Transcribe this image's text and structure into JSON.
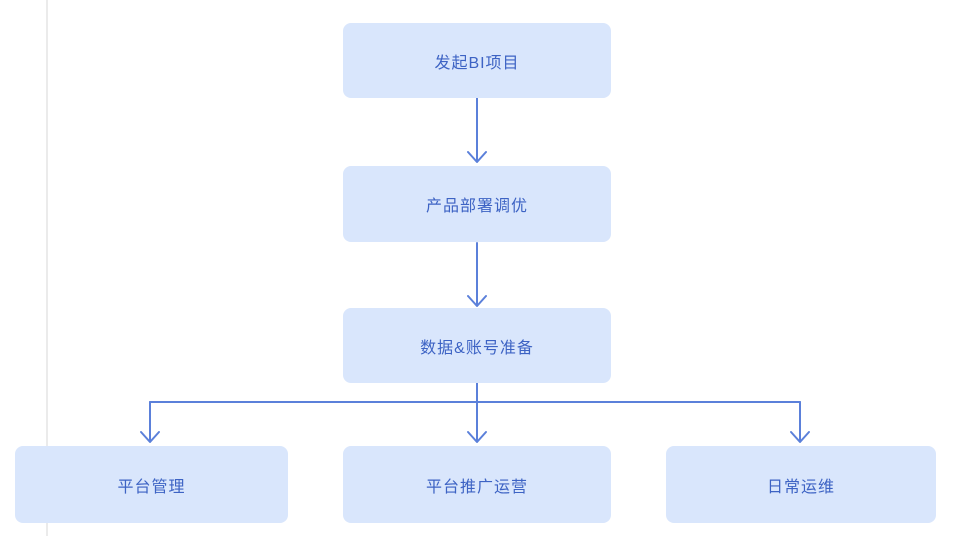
{
  "page": {
    "background": "#ffffff",
    "left_divider_color": "#ebebeb"
  },
  "diagram": {
    "node_fill": "#d9e6fc",
    "node_text_color": "#3d63c4",
    "arrow_color": "#5b80da",
    "nodes": [
      {
        "id": "initiate-bi-project",
        "label": "发起BI项目"
      },
      {
        "id": "product-deploy-tuning",
        "label": "产品部署调优"
      },
      {
        "id": "data-account-prep",
        "label": "数据&账号准备"
      },
      {
        "id": "platform-management",
        "label": "平台管理"
      },
      {
        "id": "platform-promotion-operation",
        "label": "平台推广运营"
      },
      {
        "id": "daily-ops",
        "label": "日常运维"
      }
    ],
    "edges": [
      {
        "from": "initiate-bi-project",
        "to": "product-deploy-tuning"
      },
      {
        "from": "product-deploy-tuning",
        "to": "data-account-prep"
      },
      {
        "from": "data-account-prep",
        "to": "platform-management"
      },
      {
        "from": "data-account-prep",
        "to": "platform-promotion-operation"
      },
      {
        "from": "data-account-prep",
        "to": "daily-ops"
      }
    ]
  }
}
